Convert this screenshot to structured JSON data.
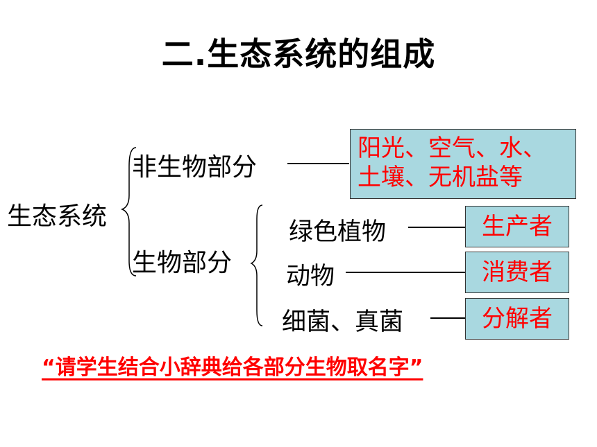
{
  "title": "二.生态系统的组成",
  "root": "生态系统",
  "abiotic": {
    "label": "非生物部分",
    "dash": "——",
    "components": [
      "阳光、空气、水、",
      "土壤、无机盐等"
    ]
  },
  "biotic": {
    "label": "生物部分",
    "items": [
      {
        "name": "绿色植物",
        "role": "生产者"
      },
      {
        "name": "动物",
        "role": "消费者"
      },
      {
        "name": "细菌、真菌",
        "role": "分解者"
      }
    ]
  },
  "note": "“请学生结合小辞典给各部分生物取名字”",
  "colors": {
    "box_fill": "#a9d8e0",
    "role_text": "#ff0000",
    "note_text": "#ff0000"
  }
}
